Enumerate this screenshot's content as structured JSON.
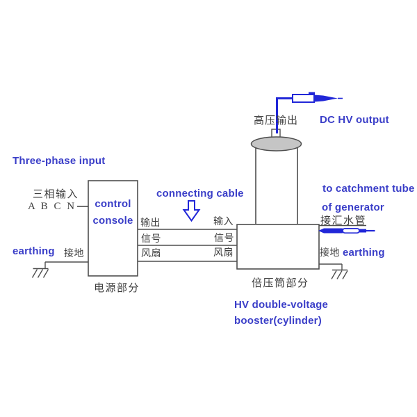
{
  "colors": {
    "text_blue": "#3a3ec8",
    "cable_blue": "#2127d8",
    "line_color": "#4e4e4e",
    "text_dark": "#3e3e3e",
    "cylinder_fill": "#c5c5c5"
  },
  "power_section": {
    "title_en": "Three-phase input",
    "input_cn": "三相输入",
    "phases": "A B C N",
    "console_line1": "control",
    "console_line2": "console",
    "caption_cn": "电源部分",
    "earthing_en": "earthing",
    "earthing_cn": "接地",
    "ports": [
      "输出",
      "信号",
      "风扇"
    ]
  },
  "cable": {
    "label_en": "connecting cable"
  },
  "booster_section": {
    "ports": [
      "输入",
      "信号",
      "风扇"
    ],
    "hv_output_cn": "高压输出",
    "hv_output_en": "DC HV output",
    "catchment_en_line1": "to catchment tube",
    "catchment_en_line2": "of generator",
    "catchment_cn": "接汇水管",
    "earthing_cn": "接地",
    "earthing_en": "earthing",
    "caption_cn": "倍压筒部分",
    "caption_en_line1": "HV double-voltage",
    "caption_en_line2": "booster(cylinder)"
  }
}
